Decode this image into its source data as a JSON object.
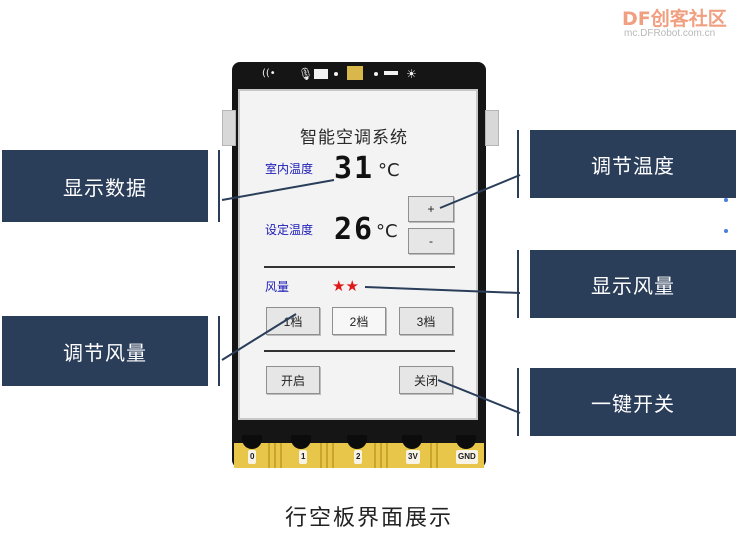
{
  "watermark": {
    "logo": "DF创客社区",
    "url": "mc.DFRobot.com.cn"
  },
  "status_bar": {
    "icons": [
      "wifi-icon",
      "microphone-icon",
      "screen-icon",
      "buzzer-icon",
      "light-sensor-icon"
    ]
  },
  "screen": {
    "title": "智能空调系统",
    "indoor_temp_label": "室内温度",
    "indoor_temp_value": "31",
    "set_temp_label": "设定温度",
    "set_temp_value": "26",
    "unit": "°C",
    "plus_label": "+",
    "minus_label": "-",
    "fan_label": "风量",
    "fan_level": 2,
    "fan_max": 2,
    "fan_stars": "★★",
    "fan_buttons": [
      "1档",
      "2档",
      "3档"
    ],
    "selected_fan": "2档",
    "on_label": "开启",
    "off_label": "关闭"
  },
  "pins": [
    "0",
    "1",
    "2",
    "3V",
    "GND"
  ],
  "callouts": {
    "display_data": "显示数据",
    "adjust_temp": "调节温度",
    "display_fan": "显示风量",
    "adjust_fan": "调节风量",
    "one_key": "一键开关"
  },
  "caption": "行空板界面展示",
  "colors": {
    "callout_bg": "#2a3d59",
    "label_blue": "#1b1bb8",
    "star_red": "#e01818",
    "gold": "#e8c64a"
  }
}
